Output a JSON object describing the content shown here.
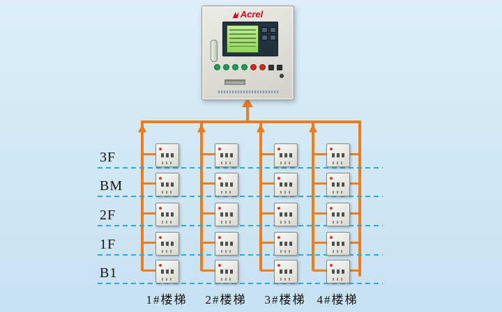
{
  "palette": {
    "background_top": "#ddeef8",
    "background_bottom": "#c8e1f1",
    "wire_orange": "#ee7c1a",
    "floor_line_blue": "#29a9de",
    "brand_red": "#d6001c",
    "lcd_green": "#a8dd6e",
    "cabinet_body": "#dddcd4"
  },
  "cabinet": {
    "brand": "Acrel"
  },
  "floors": [
    "3F",
    "BM",
    "2F",
    "1F",
    "B1"
  ],
  "staircases": [
    "1#楼梯",
    "2#楼梯",
    "3#楼梯",
    "4#楼梯"
  ],
  "device_grid": {
    "rows": 5,
    "cols": 4,
    "total_devices": 20
  }
}
